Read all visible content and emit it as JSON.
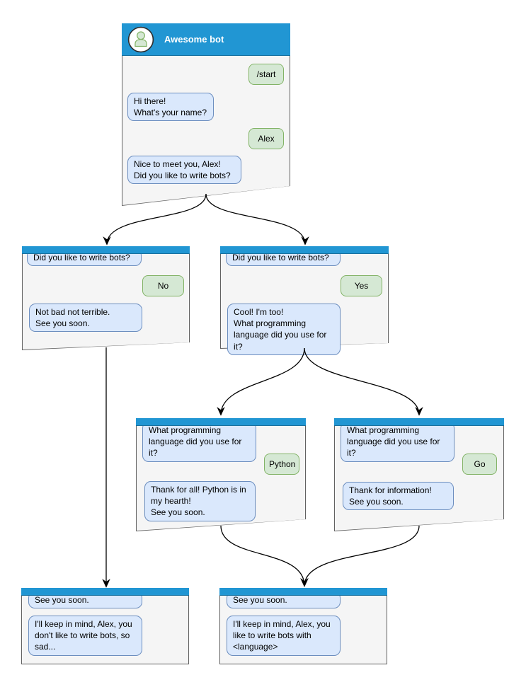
{
  "diagram": {
    "title": "Awesome bot",
    "colors": {
      "header": "#2196d3",
      "window_fill": "#f5f5f5",
      "window_border": "#616161",
      "bot_bubble_fill": "#dae8fc",
      "bot_bubble_border": "#6c8ebf",
      "user_bubble_fill": "#d5e8d4",
      "user_bubble_border": "#82b366",
      "connector": "#000000"
    },
    "windows": {
      "root": {
        "title": "Awesome bot",
        "bubbles": [
          {
            "side": "user",
            "text": "/start"
          },
          {
            "side": "bot",
            "text": "Hi there!\nWhat's your name?"
          },
          {
            "side": "user",
            "text": "Alex"
          },
          {
            "side": "bot",
            "text": "Nice to meet you, Alex!\nDid you like to write bots?"
          }
        ]
      },
      "no_branch": {
        "bubbles": [
          {
            "side": "bot",
            "text": "Did you like to write bots?"
          },
          {
            "side": "user",
            "text": "No"
          },
          {
            "side": "bot",
            "text": "Not bad not terrible.\nSee you soon."
          }
        ]
      },
      "yes_branch": {
        "bubbles": [
          {
            "side": "bot",
            "text": "Did you like to write bots?"
          },
          {
            "side": "user",
            "text": "Yes"
          },
          {
            "side": "bot",
            "text": "Cool! I'm too!\nWhat programming\nlanguage did you use for it?"
          }
        ]
      },
      "python_branch": {
        "bubbles": [
          {
            "side": "bot",
            "text": "What programming\nlanguage did you use for it?"
          },
          {
            "side": "user",
            "text": "Python"
          },
          {
            "side": "bot",
            "text": "Thank for all! Python is in\nmy hearth!\nSee you soon."
          }
        ]
      },
      "go_branch": {
        "bubbles": [
          {
            "side": "bot",
            "text": "What programming\nlanguage did you use for it?"
          },
          {
            "side": "user",
            "text": "Go"
          },
          {
            "side": "bot",
            "text": "Thank for information!\nSee you soon."
          }
        ]
      },
      "end_no": {
        "bubbles": [
          {
            "side": "bot",
            "text": "See you soon."
          },
          {
            "side": "bot",
            "text": "I'll keep in mind, Alex, you\ndon't like to write bots, so\nsad..."
          }
        ]
      },
      "end_yes": {
        "bubbles": [
          {
            "side": "bot",
            "text": "See you soon."
          },
          {
            "side": "bot",
            "text": "I'll keep in mind, Alex, you\nlike to write bots with\n<language>"
          }
        ]
      }
    },
    "connections": [
      {
        "from": "root",
        "to": "no_branch"
      },
      {
        "from": "root",
        "to": "yes_branch"
      },
      {
        "from": "yes_branch",
        "to": "python_branch"
      },
      {
        "from": "yes_branch",
        "to": "go_branch"
      },
      {
        "from": "no_branch",
        "to": "end_no"
      },
      {
        "from": "python_branch",
        "to": "end_yes"
      },
      {
        "from": "go_branch",
        "to": "end_yes"
      }
    ]
  }
}
